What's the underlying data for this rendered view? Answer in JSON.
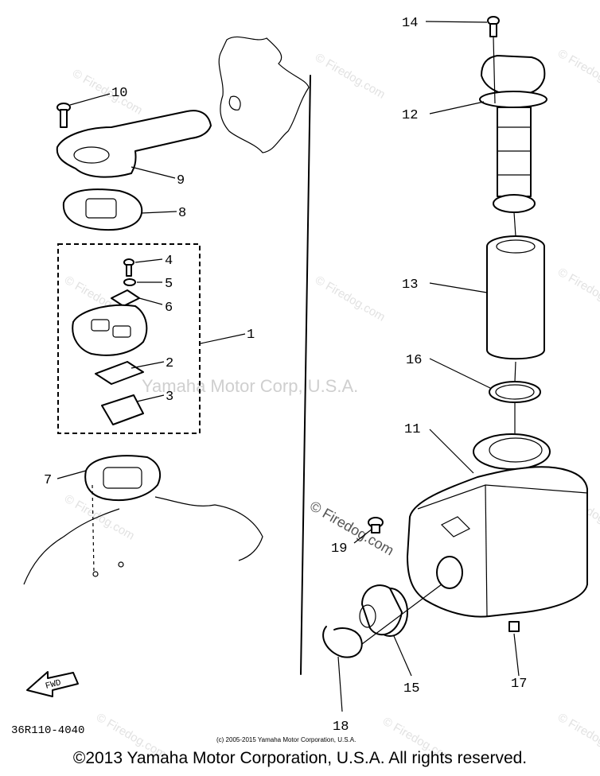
{
  "diagram": {
    "part_code": "36R110-4040",
    "fwd_label": "FWD",
    "watermark_main": "Yamaha Motor Corp, U.S.A.",
    "watermark_site": "© Firedog.com",
    "small_copyright": "(c) 2005-2015 Yamaha Motor Corporation, U.S.A.",
    "callouts": [
      "1",
      "2",
      "3",
      "4",
      "5",
      "6",
      "7",
      "8",
      "9",
      "10",
      "11",
      "12",
      "13",
      "14",
      "15",
      "16",
      "17",
      "18",
      "19"
    ]
  },
  "footer": {
    "copyright": "©2013 Yamaha Motor Corporation, U.S.A. All rights reserved."
  }
}
